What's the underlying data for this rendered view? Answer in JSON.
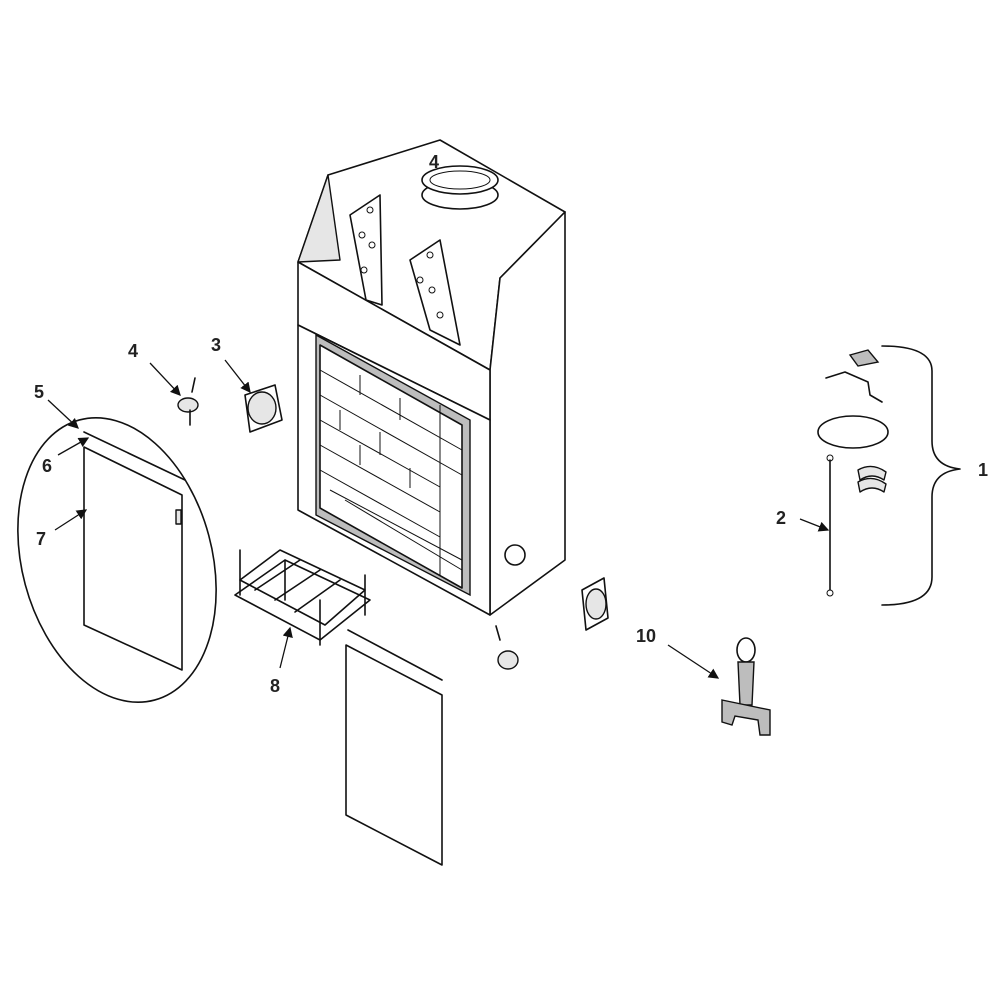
{
  "diagram": {
    "type": "exploded-parts-view",
    "callouts": [
      {
        "id": "label-1",
        "text": "1"
      },
      {
        "id": "label-2",
        "text": "2"
      },
      {
        "id": "label-3",
        "text": "3"
      },
      {
        "id": "label-4-top",
        "text": "4"
      },
      {
        "id": "label-4-left",
        "text": "4"
      },
      {
        "id": "label-5",
        "text": "5"
      },
      {
        "id": "label-6",
        "text": "6"
      },
      {
        "id": "label-7",
        "text": "7"
      },
      {
        "id": "label-8",
        "text": "8"
      },
      {
        "id": "label-10",
        "text": "10"
      }
    ]
  }
}
